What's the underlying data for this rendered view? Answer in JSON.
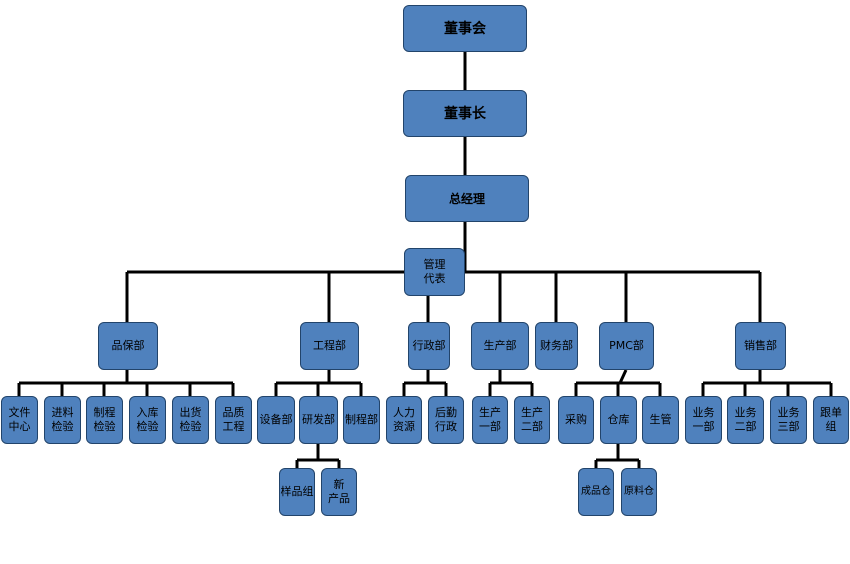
{
  "org": {
    "board": "董事会",
    "chairman": "董事长",
    "gm": "总经理",
    "mgmt_rep": "管理\n代表",
    "dept": {
      "quality": "品保部",
      "engineering": "工程部",
      "admin": "行政部",
      "production": "生产部",
      "finance": "财务部",
      "pmc": "PMC部",
      "sales": "销售部"
    },
    "quality_sub": [
      "文件\n中心",
      "进料\n检验",
      "制程\n检验",
      "入库\n检验",
      "出货\n检验",
      "品质\n工程"
    ],
    "engineering_sub": [
      "设备部",
      "研发部",
      "制程部"
    ],
    "rd_sub": [
      "样品组",
      "新\n产品"
    ],
    "admin_sub": [
      "人力\n资源",
      "后勤\n行政"
    ],
    "production_sub": [
      "生产\n一部",
      "生产\n二部"
    ],
    "pmc_sub": [
      "采购",
      "仓库",
      "生管"
    ],
    "warehouse_sub": [
      "成品仓",
      "原料仓"
    ],
    "sales_sub": [
      "业务\n一部",
      "业务\n二部",
      "业务\n三部",
      "跟单\n组"
    ]
  }
}
